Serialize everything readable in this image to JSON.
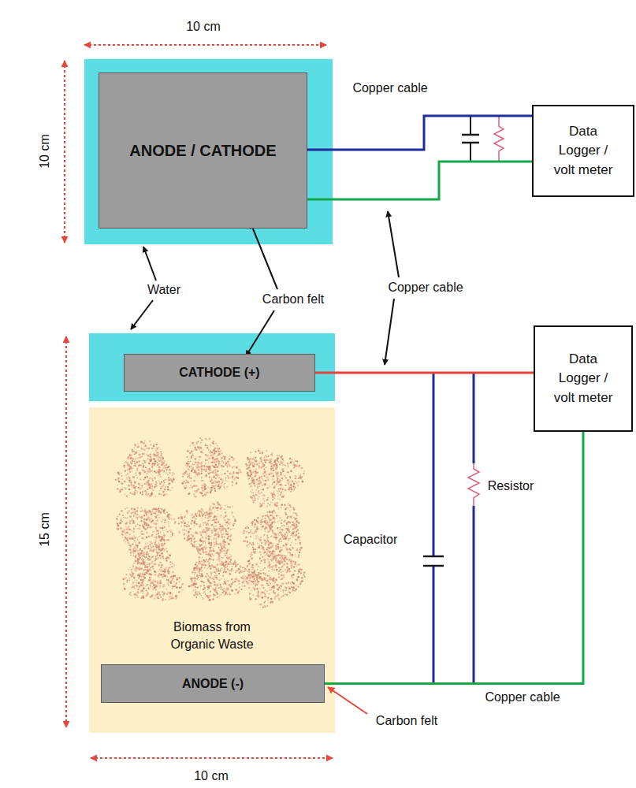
{
  "diagram": {
    "nodes": [
      {
        "text": [
          "ANODE / CATHODE"
        ]
      },
      {
        "text": [
          "Data Logger / volt meter"
        ]
      },
      {
        "text": [
          "CATHODE (+)"
        ]
      },
      {
        "text": [
          "Data Logger / volt meter"
        ]
      },
      {
        "text": [
          "Biomass from Organic Waste"
        ]
      },
      {
        "text": [
          "ANODE (-)"
        ],
        "in": 4
      }
    ],
    "edges": [
      {
        "from": 0,
        "to": 1,
        "arrow": "none"
      },
      {
        "from": 0,
        "to": 1,
        "arrow": "none"
      },
      {
        "from": 2,
        "to": 3,
        "arrow": "none"
      },
      {
        "from": 5,
        "to": 3,
        "arrow": "none"
      }
    ],
    "labels": [
      "10 cm",
      "10 cm",
      "Copper cable",
      "Water",
      "Carbon felt",
      "Copper cable",
      "15 cm",
      "Capacitor",
      "Resistor",
      "Copper cable",
      "Carbon felt",
      "10 cm"
    ]
  }
}
